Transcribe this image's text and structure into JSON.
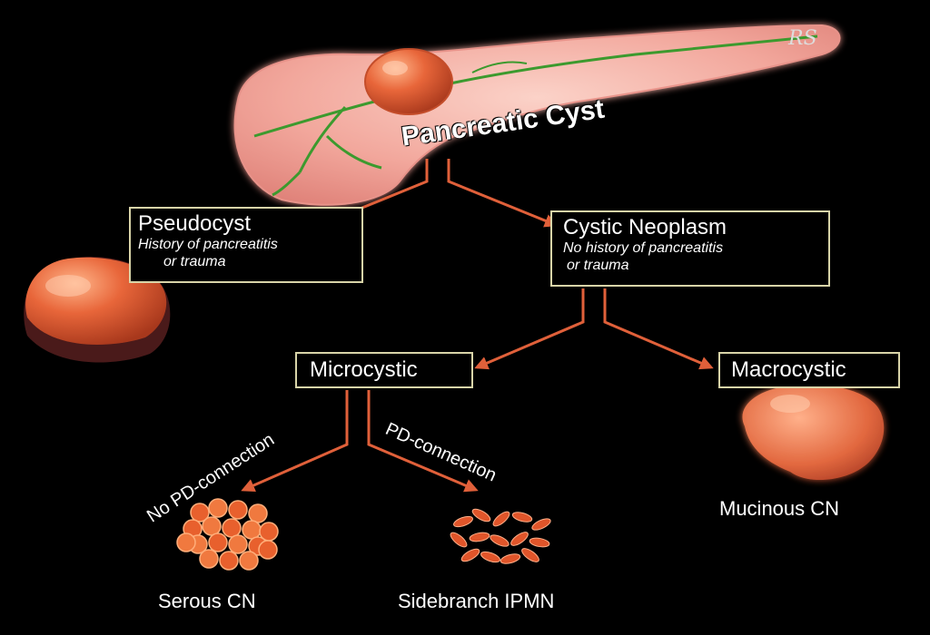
{
  "title": "Pancreatic Cyst",
  "signature": "RS",
  "pseudocyst": {
    "title": "Pseudocyst",
    "line1": "History of pancreatitis",
    "line2": "or trauma"
  },
  "neoplasm": {
    "title": "Cystic Neoplasm",
    "line1": "No history of pancreatitis",
    "line2": "or trauma"
  },
  "microcystic": "Microcystic",
  "macrocystic": "Macrocystic",
  "no_pd": "No PD-connection",
  "pd": "PD-connection",
  "serous": "Serous CN",
  "ipmn": "Sidebranch IPMN",
  "mucinous": "Mucinous CN",
  "colors": {
    "arrow": "#e0603a",
    "box_border": "#d8d4a8",
    "pancreas": "#f2a79c",
    "duct": "#3c9a2e",
    "cyst": "#d9542a"
  }
}
